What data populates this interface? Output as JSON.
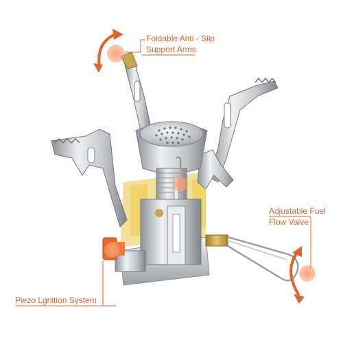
{
  "callouts": {
    "arms": {
      "line1": "Foldable Anti - Slip",
      "line2": "Support Arms"
    },
    "valve": {
      "line1": "Adjustable Fuel",
      "line2": "Flow Valve"
    },
    "piezo": {
      "line1": "Piezo Lgnition System"
    }
  },
  "colors": {
    "accent": "#e0642a",
    "marker": "#f4b48e",
    "steel_light": "#e4e6e8",
    "steel_mid": "#b9bdc1",
    "steel_dark": "#7d8287",
    "brass": "#c9a64a",
    "knob": "#e8672a"
  },
  "icons": {
    "rotate_arrow": "curved-rotate-arrow-icon"
  }
}
